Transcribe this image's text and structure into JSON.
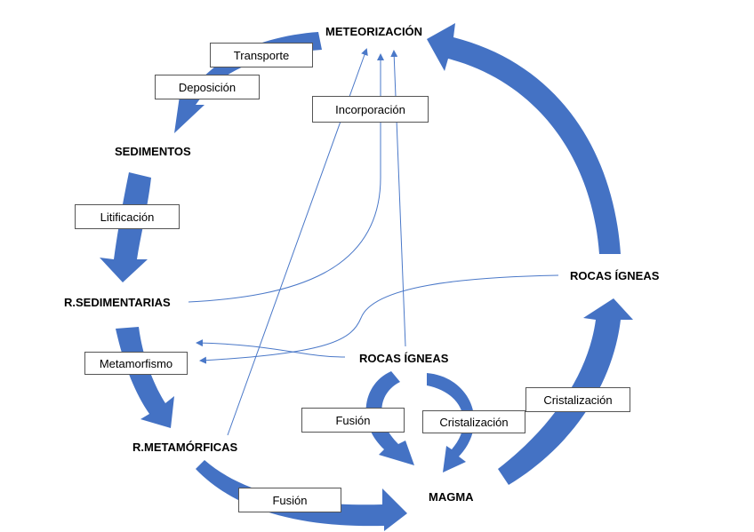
{
  "colors": {
    "arrow_fill": "#4472C4",
    "connector": "#4A78C8",
    "label_border": "#555555"
  },
  "nodes": {
    "meteorizacion": "METEORIZACIÓN",
    "sedimentos": "SEDIMENTOS",
    "r_sedimentarias": "R.SEDIMENTARIAS",
    "r_metamorficas": "R.METAMÓRFICAS",
    "magma": "MAGMA",
    "rocas_igneas_right": "ROCAS ÍGNEAS",
    "rocas_igneas_center": "ROCAS ÍGNEAS"
  },
  "process_labels": {
    "transporte": "Transporte",
    "deposicion": "Deposición",
    "incorporacion": "Incorporación",
    "litificacion": "Litificación",
    "metamorfismo": "Metamorfismo",
    "fusion_inner": "Fusión",
    "cristalizacion_inner": "Cristalización",
    "cristalizacion_outer": "Cristalización",
    "fusion_bottom": "Fusión"
  }
}
